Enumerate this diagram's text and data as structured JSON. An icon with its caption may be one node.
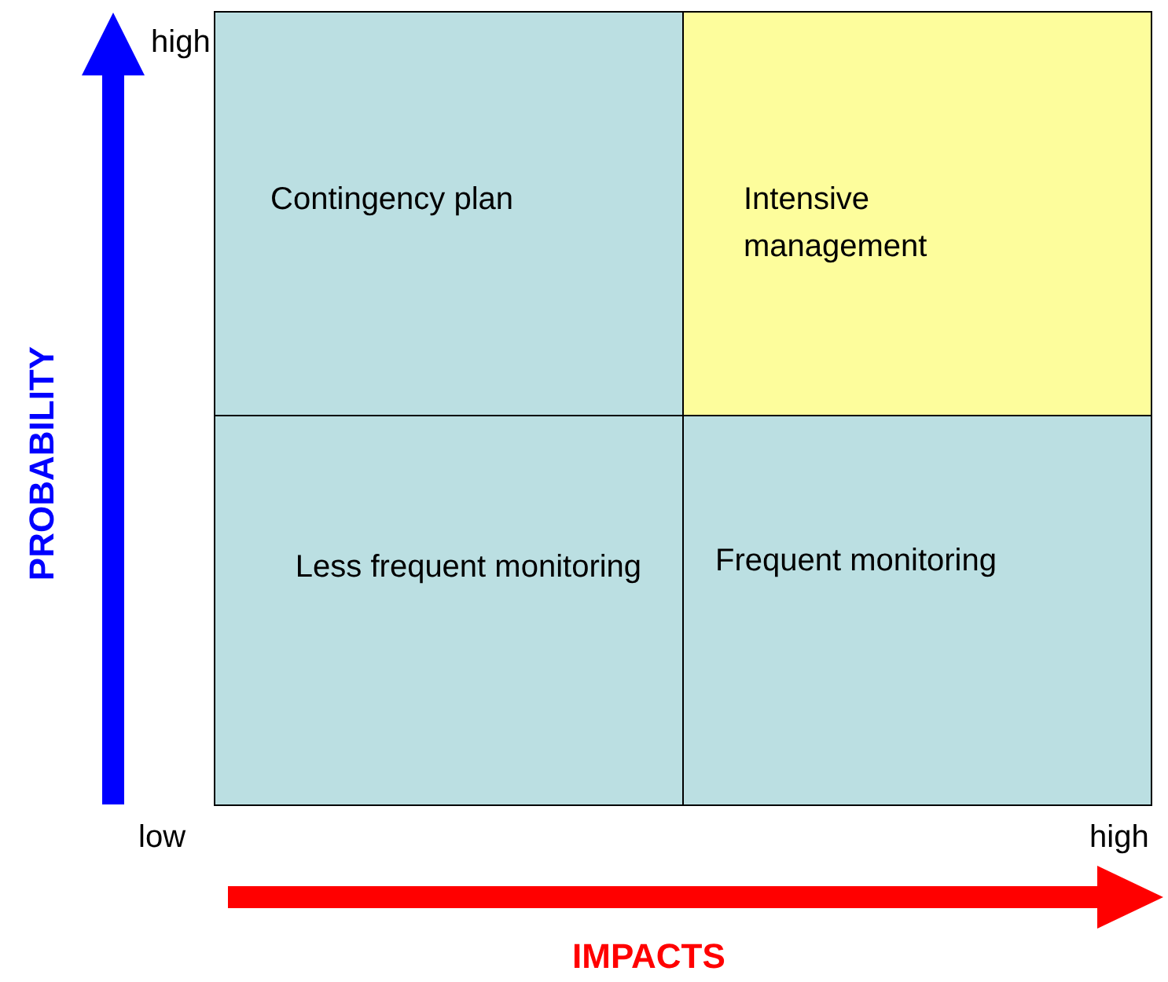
{
  "diagram": {
    "nodes": [
      {
        "text": [
          "Contingency plan"
        ]
      },
      {
        "text": [
          "Intensive management"
        ]
      },
      {
        "text": [
          "Less frequent monitoring"
        ]
      },
      {
        "text": [
          "Frequent monitoring"
        ]
      }
    ],
    "edges": [],
    "labels": [
      "high",
      "PROBABILITY",
      "low",
      "high",
      "IMPACTS"
    ]
  }
}
